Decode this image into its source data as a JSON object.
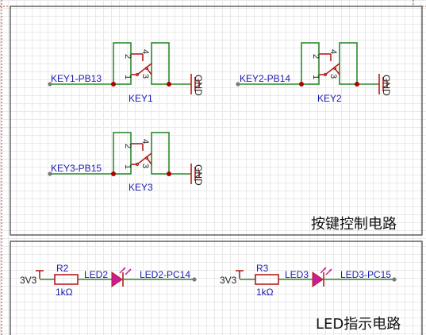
{
  "sections": {
    "keys_title": "按键控制电路",
    "leds_title": "LED指示电路"
  },
  "keys": [
    {
      "designator": "KEY1",
      "net": "KEY1-PB13",
      "gnd": "GND",
      "pins": [
        "2",
        "4",
        "1",
        "3"
      ]
    },
    {
      "designator": "KEY2",
      "net": "KEY2-PB14",
      "gnd": "GND",
      "pins": [
        "2",
        "4",
        "1",
        "3"
      ]
    },
    {
      "designator": "KEY3",
      "net": "KEY3-PB15",
      "gnd": "GND",
      "pins": [
        "2",
        "4",
        "1",
        "3"
      ]
    }
  ],
  "leds": [
    {
      "power": "3V3",
      "resistor": "R2",
      "value": "1kΩ",
      "led": "LED2",
      "net": "LED2-PC14"
    },
    {
      "power": "3V3",
      "resistor": "R3",
      "value": "1kΩ",
      "led": "LED3",
      "net": "LED3-PC15"
    }
  ],
  "colors": {
    "wire": "#2d8a2d",
    "part": "#b32020",
    "net_label": "#1b1bb0",
    "frame": "#555555",
    "sheet_border": "#c0392b"
  }
}
